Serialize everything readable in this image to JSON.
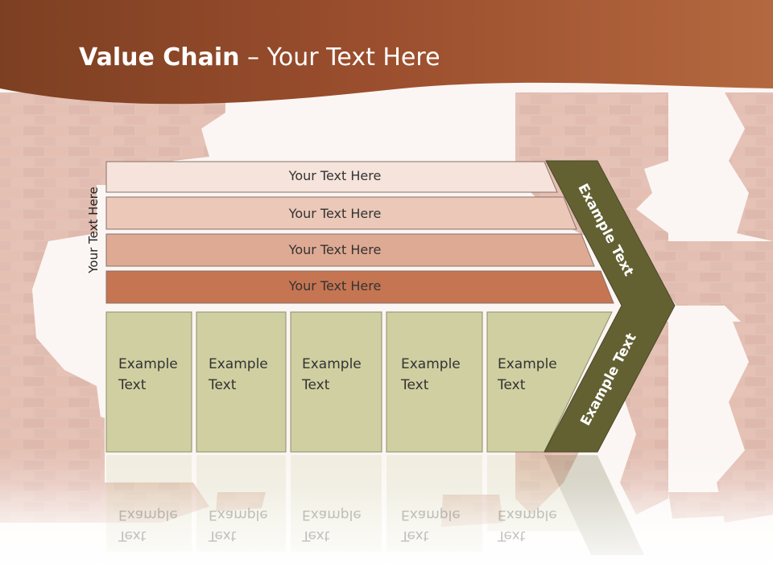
{
  "slide": {
    "title_bold": "Value Chain",
    "title_rest": " – Your Text Here",
    "side_label": "Your Text Here",
    "bars": [
      {
        "label": "Your Text Here"
      },
      {
        "label": "Your Text Here"
      },
      {
        "label": "Your Text Here"
      },
      {
        "label": "Your Text Here"
      }
    ],
    "columns": [
      {
        "line1": "Example",
        "line2": "Text"
      },
      {
        "line1": "Example",
        "line2": "Text"
      },
      {
        "line1": "Example",
        "line2": "Text"
      },
      {
        "line1": "Example",
        "line2": "Text"
      },
      {
        "line1": "Example",
        "line2": "Text"
      }
    ],
    "chevron_top": "Example Text",
    "chevron_bottom": "Example Text"
  },
  "colors": {
    "header": "#a85a35",
    "bar1": "#f5e3dc",
    "bar2": "#ebc8b8",
    "bar3": "#dfaa93",
    "bar4": "#c57552",
    "column": "#cfcfa1",
    "chevron": "#636132",
    "brick": "#b5654a"
  }
}
